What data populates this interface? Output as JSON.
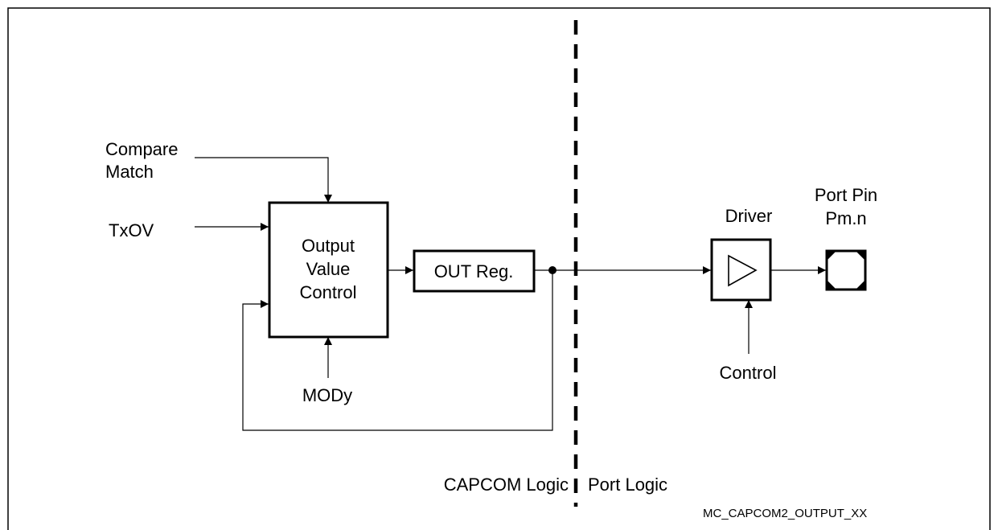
{
  "labels": {
    "compare_match_line1": "Compare",
    "compare_match_line2": "Match",
    "txov": "TxOV",
    "ovc_line1": "Output",
    "ovc_line2": "Value",
    "ovc_line3": "Control",
    "out_reg": "OUT Reg.",
    "mody": "MODy",
    "driver": "Driver",
    "port_pin_line1": "Port Pin",
    "port_pin_line2": "Pm.n",
    "control": "Control",
    "capcom_logic": "CAPCOM Logic",
    "port_logic": "Port Logic",
    "figure_id": "MC_CAPCOM2_OUTPUT_XX"
  }
}
